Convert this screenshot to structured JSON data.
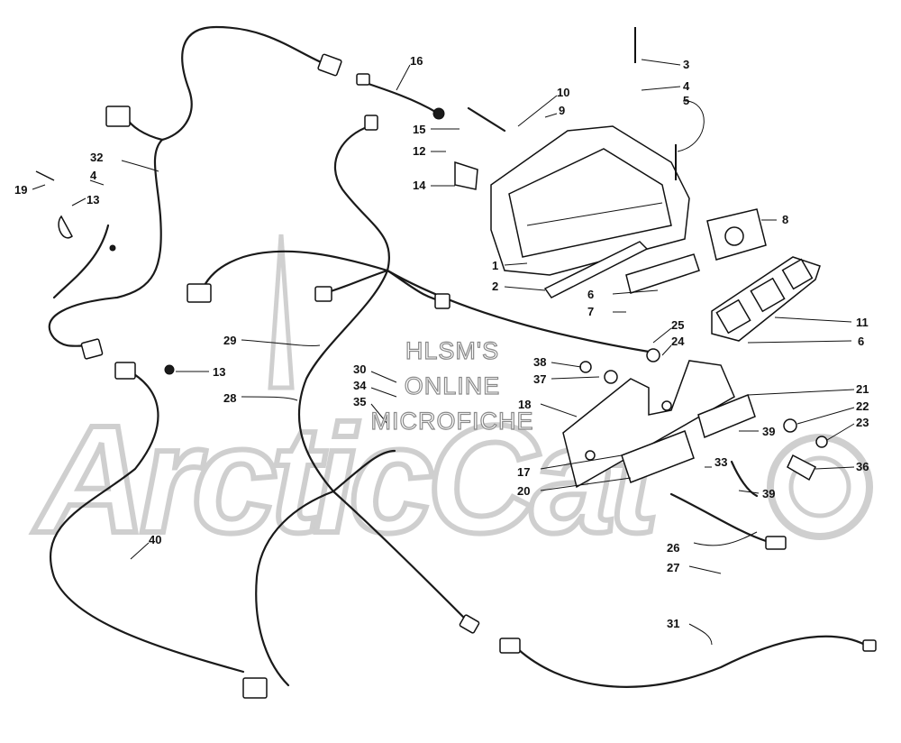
{
  "watermark": {
    "line1": "HLSM'S",
    "line2": "ONLINE",
    "line3": "MICROFICHE",
    "brand_logo_text": "ArcticCat"
  },
  "callouts": [
    "1",
    "2",
    "3",
    "4",
    "5",
    "6",
    "7",
    "8",
    "9",
    "10",
    "11",
    "12",
    "13",
    "14",
    "15",
    "16",
    "17",
    "18",
    "19",
    "20",
    "21",
    "22",
    "23",
    "24",
    "25",
    "26",
    "27",
    "28",
    "29",
    "30",
    "31",
    "32",
    "33",
    "34",
    "35",
    "36",
    "37",
    "38",
    "39",
    "40"
  ]
}
